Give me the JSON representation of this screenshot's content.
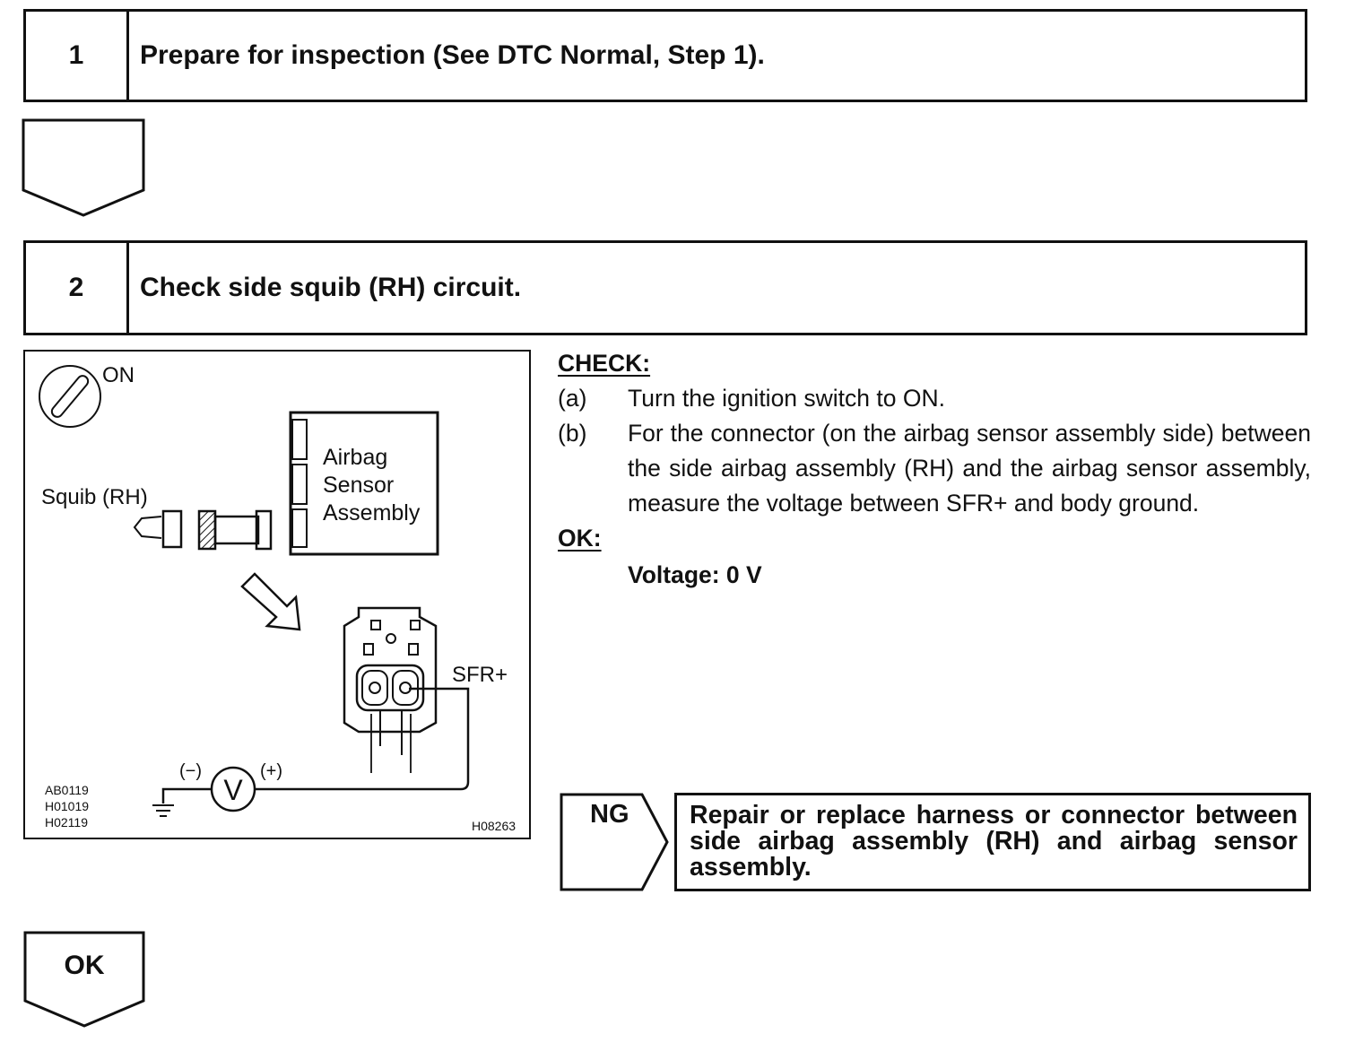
{
  "steps": [
    {
      "number": "1",
      "title": "Prepare for inspection (See DTC Normal, Step 1)."
    },
    {
      "number": "2",
      "title": "Check side squib (RH) circuit."
    }
  ],
  "diagram": {
    "ignition_label": "ON",
    "squib_label": "Squib (RH)",
    "sensor_label_lines": [
      "Airbag",
      "Sensor",
      "Assembly"
    ],
    "terminal_label": "SFR+",
    "meter_minus": "(−)",
    "meter_plus": "(+)",
    "meter_symbol": "V",
    "ref_codes": [
      "AB0119",
      "H01019",
      "H02119"
    ],
    "figure_code": "H08263"
  },
  "check": {
    "heading": "CHECK:",
    "items": [
      {
        "label": "(a)",
        "text": "Turn the ignition switch to ON."
      },
      {
        "label": "(b)",
        "text": "For the connector (on the airbag sensor assembly side) between the side airbag assembly (RH) and the airbag sensor assembly, measure the voltage between SFR+ and body ground."
      }
    ]
  },
  "ok": {
    "heading": "OK:",
    "value": "Voltage: 0 V"
  },
  "ng": {
    "label": "NG",
    "action": "Repair or replace harness or connector between side airbag assembly (RH) and airbag sensor assembly."
  },
  "flow_ok_label": "OK"
}
